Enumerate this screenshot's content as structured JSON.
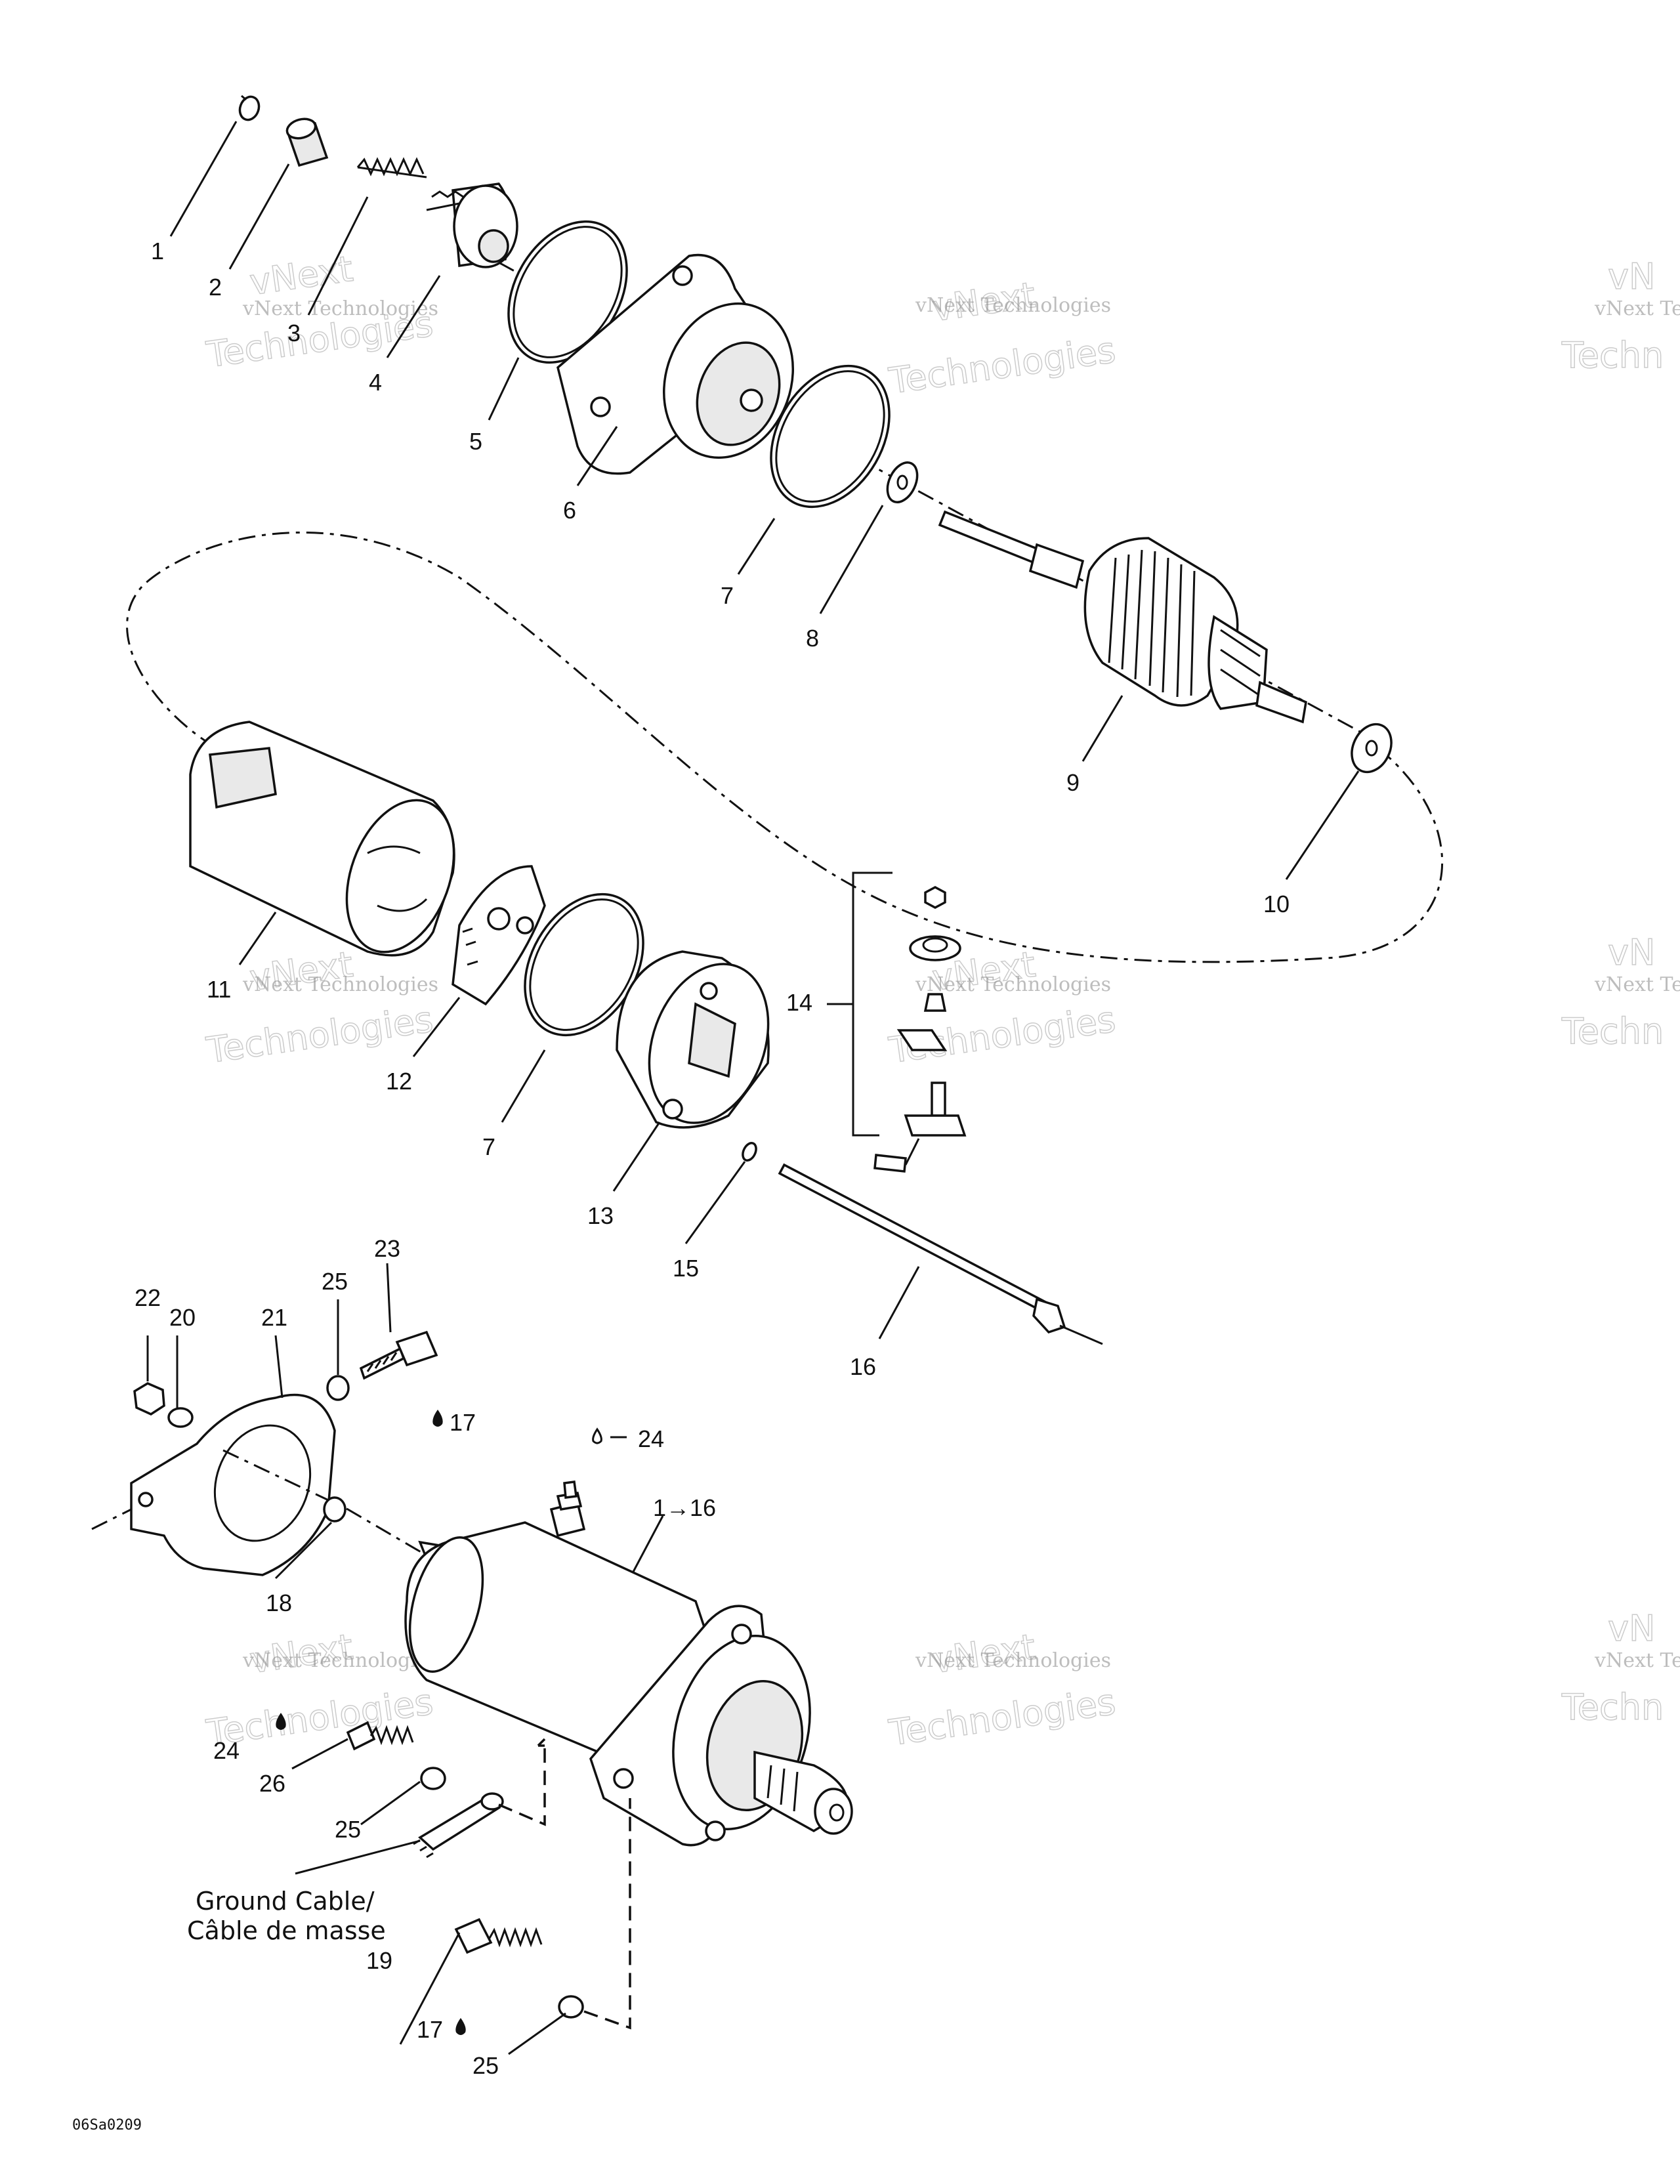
{
  "callouts": {
    "c1": "1",
    "c2": "2",
    "c3": "3",
    "c4": "4",
    "c5": "5",
    "c6": "6",
    "c7a": "7",
    "c8": "8",
    "c9": "9",
    "c10": "10",
    "c11": "11",
    "c12": "12",
    "c7b": "7",
    "c13": "13",
    "c14": "14",
    "c15": "15",
    "c16": "16",
    "c22": "22",
    "c20": "20",
    "c21": "21",
    "c25a": "25",
    "c23": "23",
    "c17a": "17",
    "c24a": "24",
    "c1to16": "1→16",
    "c18": "18",
    "c24b": "24",
    "c26": "26",
    "c25b": "25",
    "c19": "19",
    "c17b": "17",
    "c25c": "25"
  },
  "ground_cable": {
    "line1": "Ground Cable/",
    "line2": "Câble de masse"
  },
  "watermark": {
    "small": "vNext Technologies",
    "big": "vNext",
    "big2": "Technologies",
    "edge_small": "vNext Te",
    "edge_big": "Techn",
    "edge_top": "vN"
  },
  "drawing_code": "06Sa0209",
  "icons": [
    "drop-icon"
  ]
}
